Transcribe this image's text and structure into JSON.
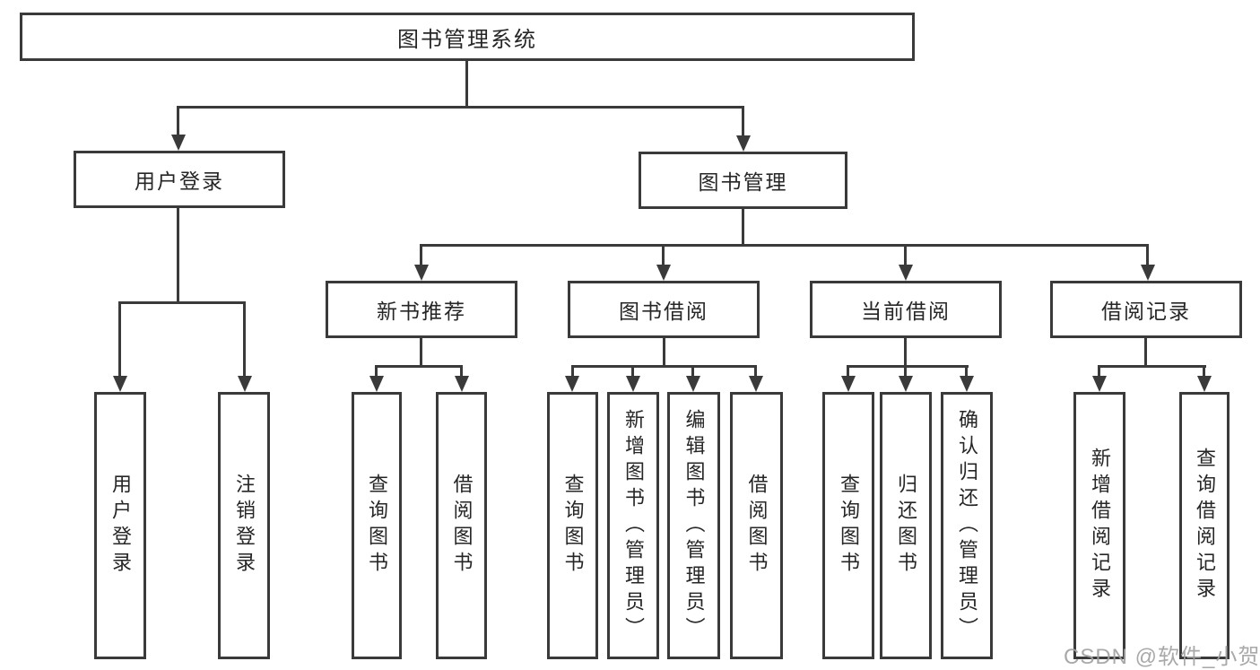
{
  "diagram": {
    "title": "图书管理系统",
    "type": "hierarchy-tree",
    "colors": {
      "line": "#3a3a3a",
      "text": "#262626",
      "background": "#ffffff",
      "watermark": "#a0a0a0"
    },
    "watermark": "CSDN @软件_小贺同学"
  },
  "nodes": {
    "root": "图书管理系统",
    "user_login": "用户登录",
    "book_management": "图书管理",
    "new_book_recommend": "新书推荐",
    "book_borrow": "图书借阅",
    "current_borrow": "当前借阅",
    "borrow_records": "借阅记录",
    "leaf_user_login": "用户登录",
    "leaf_logout": "注销登录",
    "leaf_nbr_query_books": "查询图书",
    "leaf_nbr_borrow_books": "借阅图书",
    "leaf_bb_query_books": "查询图书",
    "leaf_bb_add_books": "新增图书（管理员）",
    "leaf_bb_edit_books": "编辑图书（管理员）",
    "leaf_bb_borrow_books": "借阅图书",
    "leaf_cb_query_books": "查询图书",
    "leaf_cb_return_books": "归还图书",
    "leaf_cb_confirm_return": "确认归还（管理员）",
    "leaf_br_add_record": "新增借阅记录",
    "leaf_br_query_record": "查询借阅记录"
  },
  "hierarchy": {
    "label": "图书管理系统",
    "children": [
      {
        "label": "用户登录",
        "children": [
          {
            "label": "用户登录"
          },
          {
            "label": "注销登录"
          }
        ]
      },
      {
        "label": "图书管理",
        "children": [
          {
            "label": "新书推荐",
            "children": [
              {
                "label": "查询图书"
              },
              {
                "label": "借阅图书"
              }
            ]
          },
          {
            "label": "图书借阅",
            "children": [
              {
                "label": "查询图书"
              },
              {
                "label": "新增图书（管理员）"
              },
              {
                "label": "编辑图书（管理员）"
              },
              {
                "label": "借阅图书"
              }
            ]
          },
          {
            "label": "当前借阅",
            "children": [
              {
                "label": "查询图书"
              },
              {
                "label": "归还图书"
              },
              {
                "label": "确认归还（管理员）"
              }
            ]
          },
          {
            "label": "借阅记录",
            "children": [
              {
                "label": "新增借阅记录"
              },
              {
                "label": "查询借阅记录"
              }
            ]
          }
        ]
      }
    ]
  }
}
